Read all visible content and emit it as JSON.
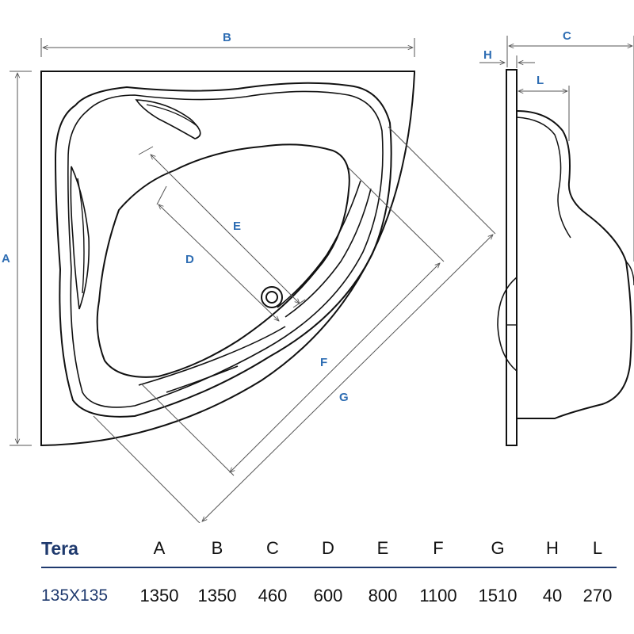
{
  "colors": {
    "line": "#111111",
    "guide": "#555555",
    "label": "#2e6db3",
    "brand": "#1f3a6e",
    "rule": "#1f3a6e"
  },
  "labels": {
    "A": "A",
    "B": "B",
    "C": "C",
    "D": "D",
    "E": "E",
    "F": "F",
    "G": "G",
    "H": "H",
    "L": "L"
  },
  "table": {
    "model": "Tera",
    "size": "135X135",
    "columns": [
      "A",
      "B",
      "C",
      "D",
      "E",
      "F",
      "G",
      "H",
      "L"
    ],
    "values": [
      "1350",
      "1350",
      "460",
      "600",
      "800",
      "1100",
      "1510",
      "40",
      "270"
    ]
  }
}
